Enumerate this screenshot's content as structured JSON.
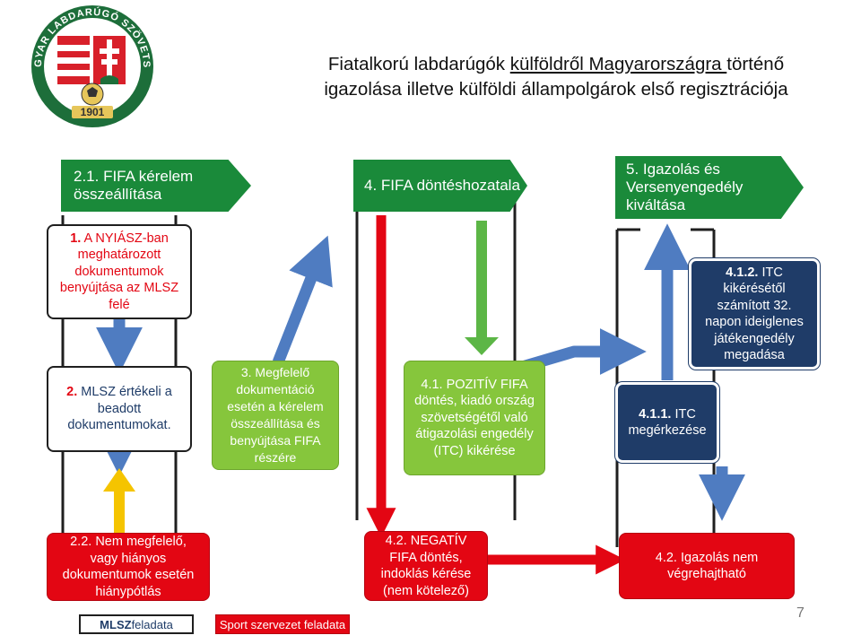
{
  "header": {
    "title_line1_a": "Fiatalkorú labdarúgók ",
    "title_line1_b": "külföldről Magyarországra ",
    "title_line1_c": "történő",
    "title_line2": "igazolása illetve külföldi állampolgárok első regisztrációja"
  },
  "logo": {
    "text": "MAGYAR LABDARÚGÓ SZÖVETSÉG",
    "year": "1901"
  },
  "banners": {
    "step21": [
      "2.1. FIFA kérelem",
      "összeállítása"
    ],
    "step4": "4. FIFA döntéshozatala",
    "step5": [
      "5. Igazolás és",
      "Versenyengedély",
      "kiváltása"
    ]
  },
  "boxes": {
    "step1_num": "1.",
    "step1_rest": " A NYIÁSZ-ban meghatározott dokumentumok benyújtása az MLSZ felé",
    "step2_num": "2.",
    "step2_rest": " MLSZ értékeli a beadott dokumentumokat.",
    "step3": "3. Megfelelő dokumentáció esetén a kérelem összeállítása és benyújtása FIFA részére",
    "step41": "4.1. POZITÍV FIFA döntés, kiadó ország szövetségétől való átigazolási engedély (ITC) kikérése",
    "step411_num": "4.1.1.",
    "step411_rest": " ITC megérkezése",
    "step412_num": "4.1.2.",
    "step412_rest": " ITC kikérésétől számított 32. napon ideiglenes játékengedély megadása",
    "step22": "2.2. Nem megfelelő, vagy hiányos dokumentumok esetén hiánypótlás",
    "step42": "4.2. NEGATÍV FIFA döntés, indoklás kérése (nem kötelező)",
    "step42b": "4.2. Igazolás nem végrehajtható"
  },
  "legend": {
    "mlsz_bold": "MLSZ",
    "mlsz_rest": " feladata",
    "sport": "Sport szervezet feladata"
  },
  "page_number": "7",
  "colors": {
    "green_banner": "#1a8a3a",
    "green_box": "#86c63c",
    "red": "#e30613",
    "navy": "#1f3c68",
    "arrow_blue": "#4f7cc1",
    "arrow_yellow": "#f5c400",
    "arrow_green": "#5cb646"
  }
}
